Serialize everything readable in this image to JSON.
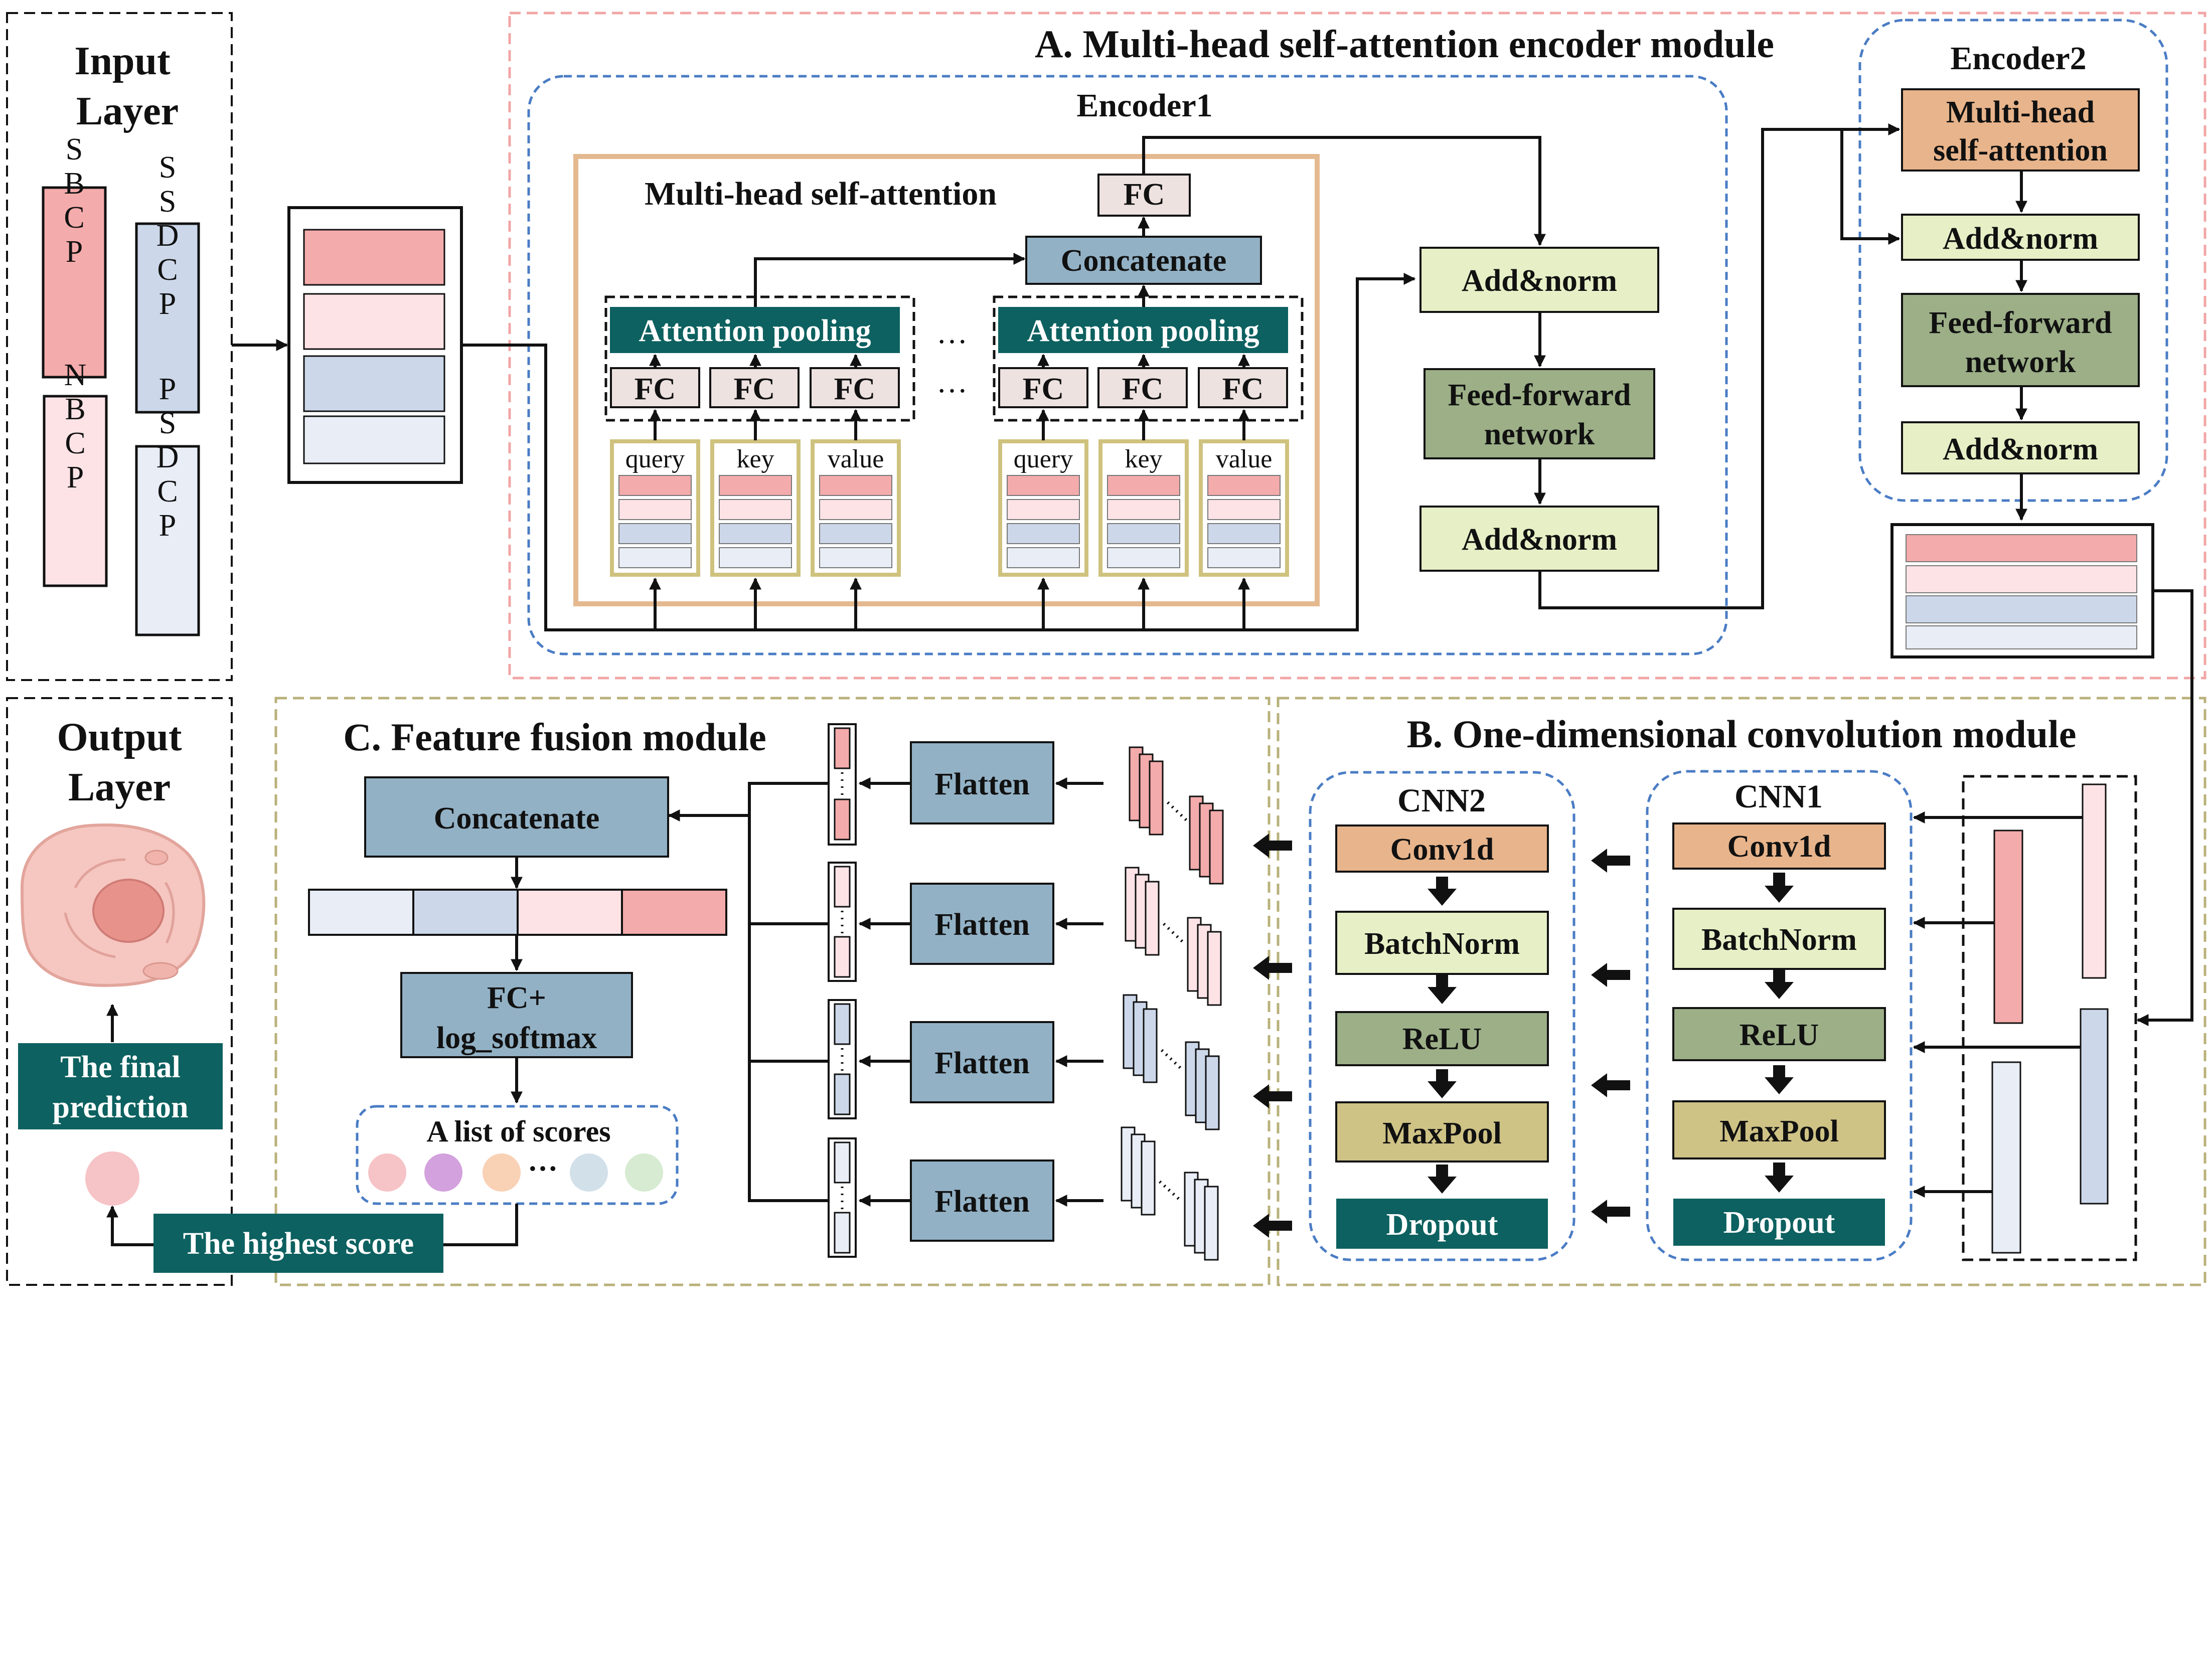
{
  "input_layer": {
    "title_line1": "Input",
    "title_line2": "Layer",
    "features": [
      "SBCP",
      "SSDCP",
      "NBCP",
      "PSDCP"
    ]
  },
  "module_a": {
    "title": "A. Multi-head self-attention encoder module",
    "encoder1": "Encoder1",
    "mhsa_label": "Multi-head self-attention",
    "fc": "FC",
    "concatenate": "Concatenate",
    "attention_pooling": "Attention pooling",
    "ellipsis": "…",
    "query": "query",
    "key": "key",
    "value": "value",
    "add_norm": "Add&norm",
    "ffn_line1": "Feed-forward",
    "ffn_line2": "network",
    "encoder2": "Encoder2",
    "mhsa2_line1": "Multi-head",
    "mhsa2_line2": "self-attention"
  },
  "module_b": {
    "title": "B. One-dimensional convolution module",
    "cnn1": "CNN1",
    "cnn2": "CNN2",
    "conv1d": "Conv1d",
    "batchnorm": "BatchNorm",
    "relu": "ReLU",
    "maxpool": "MaxPool",
    "dropout": "Dropout"
  },
  "module_c": {
    "title": "C. Feature fusion module",
    "concatenate": "Concatenate",
    "flatten": "Flatten",
    "fc_line1": "FC+",
    "fc_line2": "log_softmax",
    "scores_label": "A list of scores",
    "scores_ellipsis": "…",
    "highest_score": "The highest score"
  },
  "output_layer": {
    "title_line1": "Output",
    "title_line2": "Layer",
    "prediction_line1": "The final",
    "prediction_line2": "prediction"
  },
  "colors": {
    "feature1": "#f4abab",
    "feature2": "#fde3e6",
    "feature3": "#ccd8ea",
    "feature4": "#e8edf6",
    "teal": "#0d6160",
    "steel_blue": "#92b1c5",
    "pale_green": "#e7efc6",
    "moss": "#9caf87",
    "peach": "#e8b48b",
    "khaki": "#cec285",
    "fc_gray": "#ede2e0",
    "red_dash": "#f2a5a5",
    "blue_dash": "#4a7cc4",
    "olive_dash": "#b9b17a",
    "mhsa_border": "#e4b98f",
    "qkv_border": "#cfc27e",
    "score_colors": [
      "#f6c3c6",
      "#d3a1dd",
      "#f9d1b5",
      "#d2e0ea",
      "#d6ebd1"
    ]
  }
}
